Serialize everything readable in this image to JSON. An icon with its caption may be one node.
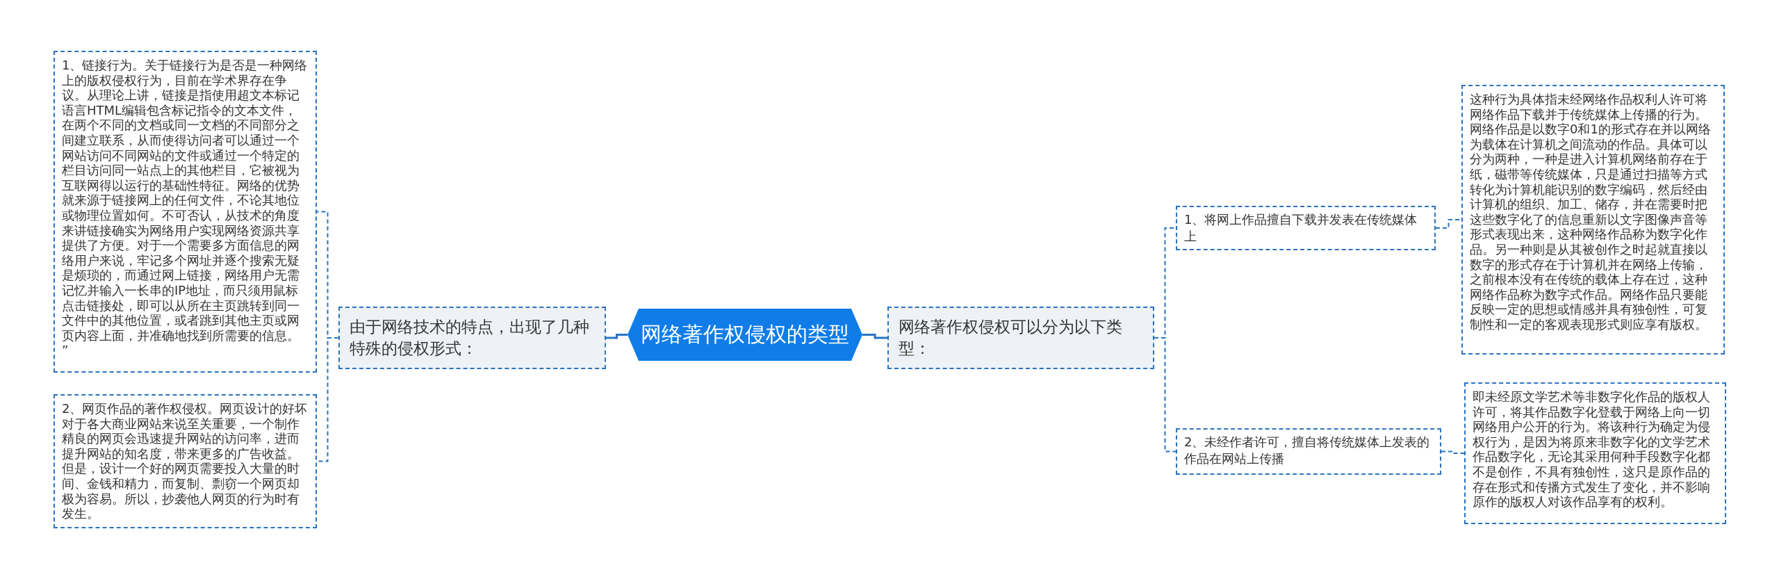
{
  "diagram": {
    "nodes": [
      {
        "text": [
          "网络著作权侵权的类型"
        ]
      },
      {
        "text": [
          "由于网络技术的特点，出现了几种特殊的侵权形式："
        ]
      },
      {
        "text": [
          "1、链接行为。关于链接行为是否是一种网络上的版权侵权行为，目前在学术界存在争议。从理论上讲，链接是指使用超文本标记语言HTML编辑包含标记指令的文本文件，在两个不同的文档或同一文档的不同部分之间建立联系，从而使得访问者可以通过一个网站访问不同网站的文件或通过一个特定的栏目访问同一站点上的其他栏目，它被视为互联网得以运行的基础性特征。网络的优势就来源于链接网上的任何文件，不论其地位或物理位置如何。不可否认，从技术的角度来讲链接确实为网络用户实现网络资源共享提供了方便。对于一个需要多方面信息的网络用户来说，牢记多个网址并逐个搜索无疑是烦琐的，而通过网上链接，网络用户无需记忆并输入一长串的IP地址，而只须用鼠标点击链接处，即可以从所在主页跳转到同一文件中的其他位置，或者跳到其他主页或网页内容上面，并准确地找到所需要的信息。 ”"
        ]
      },
      {
        "text": [
          "2、网页作品的著作权侵权。网页设计的好坏对于各大商业网站来说至关重要，一个制作精良的网页会迅速提升网站的访问率，进而提升网站的知名度，带来更多的广告收益。但是，设计一个好的网页需要投入大量的时间、金钱和精力，而复制、剽窃一个网页却极为容易。所以，抄袭他人网页的行为时有发生。"
        ]
      },
      {
        "text": [
          "网络著作权侵权可以分为以下类型："
        ]
      },
      {
        "text": [
          "1、将网上作品擅自下载并发表在传统媒体上"
        ]
      },
      {
        "text": [
          "2、未经作者许可，擅自将传统媒体上发表的作品在网站上传播"
        ]
      },
      {
        "text": [
          "这种行为具体指未经网络作品权利人许可将网络作品下载并于传统媒体上传播的行为。网络作品是以数字0和1的形式存在并以网络为载体在计算机之间流动的作品。具体可以分为两种，一种是进入计算机网络前存在于纸，磁带等传统媒体，只是通过扫描等方式转化为计算机能识别的数字编码，然后经由计算机的组织、加工、储存，并在需要时把这些数字化了的信息重新以文字图像声音等形式表现出来，这种网络作品称为数字化作品。另一种则是从其被创作之时起就直接以数字的形式存在于计算机并在网络上传输，之前根本没有在传统的载体上存在过，这种网络作品称为数字式作品。网络作品只要能反映一定的思想或情感并具有独创性，可复制性和一定的客观表现形式则应享有版权。"
        ]
      },
      {
        "text": [
          "即未经原文学艺术等非数字化作品的版权人许可，将其作品数字化登载于网络上向一切网络用户公开的行为。将该种行为确定为侵权行为，是因为将原来非数字化的文学艺术作品数字化，无论其采用何种手段数字化都不是创作，不具有独创性，这只是原作品的存在形式和传播方式发生了变化，并不影响原作的版权人对该作品享有的权利。"
        ]
      }
    ],
    "edges": [
      {
        "from": 0,
        "to": 1,
        "arrow": "none"
      },
      {
        "from": 1,
        "to": 2,
        "arrow": "none",
        "style": "dashed"
      },
      {
        "from": 1,
        "to": 3,
        "arrow": "none",
        "style": "dashed"
      },
      {
        "from": 0,
        "to": 4,
        "arrow": "none"
      },
      {
        "from": 4,
        "to": 5,
        "arrow": "none",
        "style": "dashed"
      },
      {
        "from": 4,
        "to": 6,
        "arrow": "none",
        "style": "dashed"
      },
      {
        "from": 5,
        "to": 7,
        "arrow": "none",
        "style": "dashed"
      },
      {
        "from": 6,
        "to": 8,
        "arrow": "none",
        "style": "dashed"
      }
    ]
  }
}
